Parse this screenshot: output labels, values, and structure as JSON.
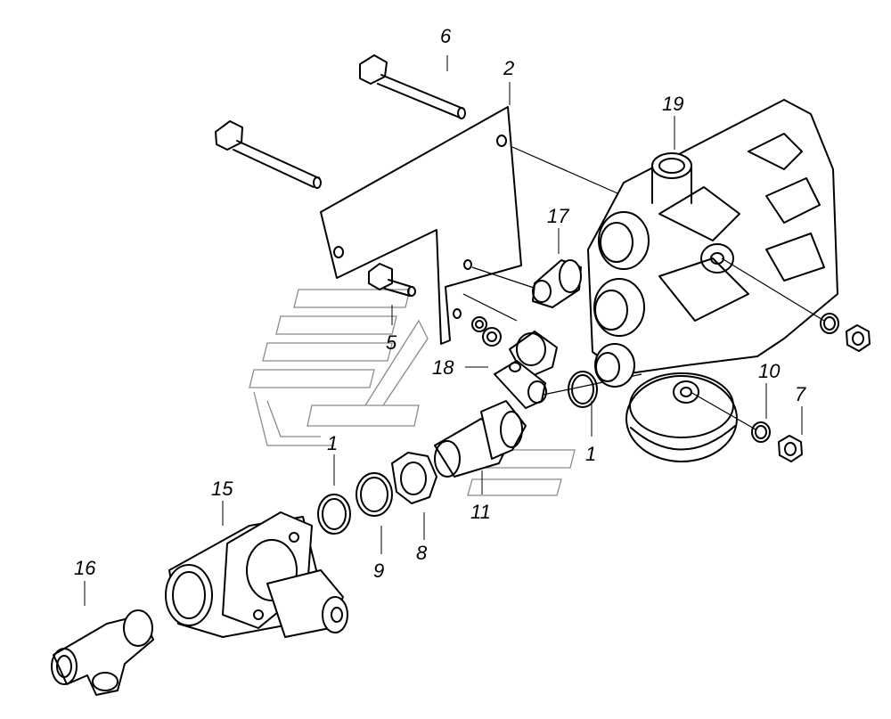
{
  "callouts": [
    {
      "id": "c6",
      "text": "6"
    },
    {
      "id": "c2",
      "text": "2"
    },
    {
      "id": "c19",
      "text": "19"
    },
    {
      "id": "c17",
      "text": "17"
    },
    {
      "id": "c5",
      "text": "5"
    },
    {
      "id": "c18",
      "text": "18"
    },
    {
      "id": "c10",
      "text": "10"
    },
    {
      "id": "c7",
      "text": "7"
    },
    {
      "id": "c1a",
      "text": "1"
    },
    {
      "id": "c1b",
      "text": "1"
    },
    {
      "id": "c11",
      "text": "11"
    },
    {
      "id": "c15",
      "text": "15"
    },
    {
      "id": "c9",
      "text": "9"
    },
    {
      "id": "c8",
      "text": "8"
    },
    {
      "id": "c16",
      "text": "16"
    }
  ],
  "colors": {
    "line": "#000000",
    "watermark": "#8a8a8a",
    "background": "#ffffff"
  }
}
